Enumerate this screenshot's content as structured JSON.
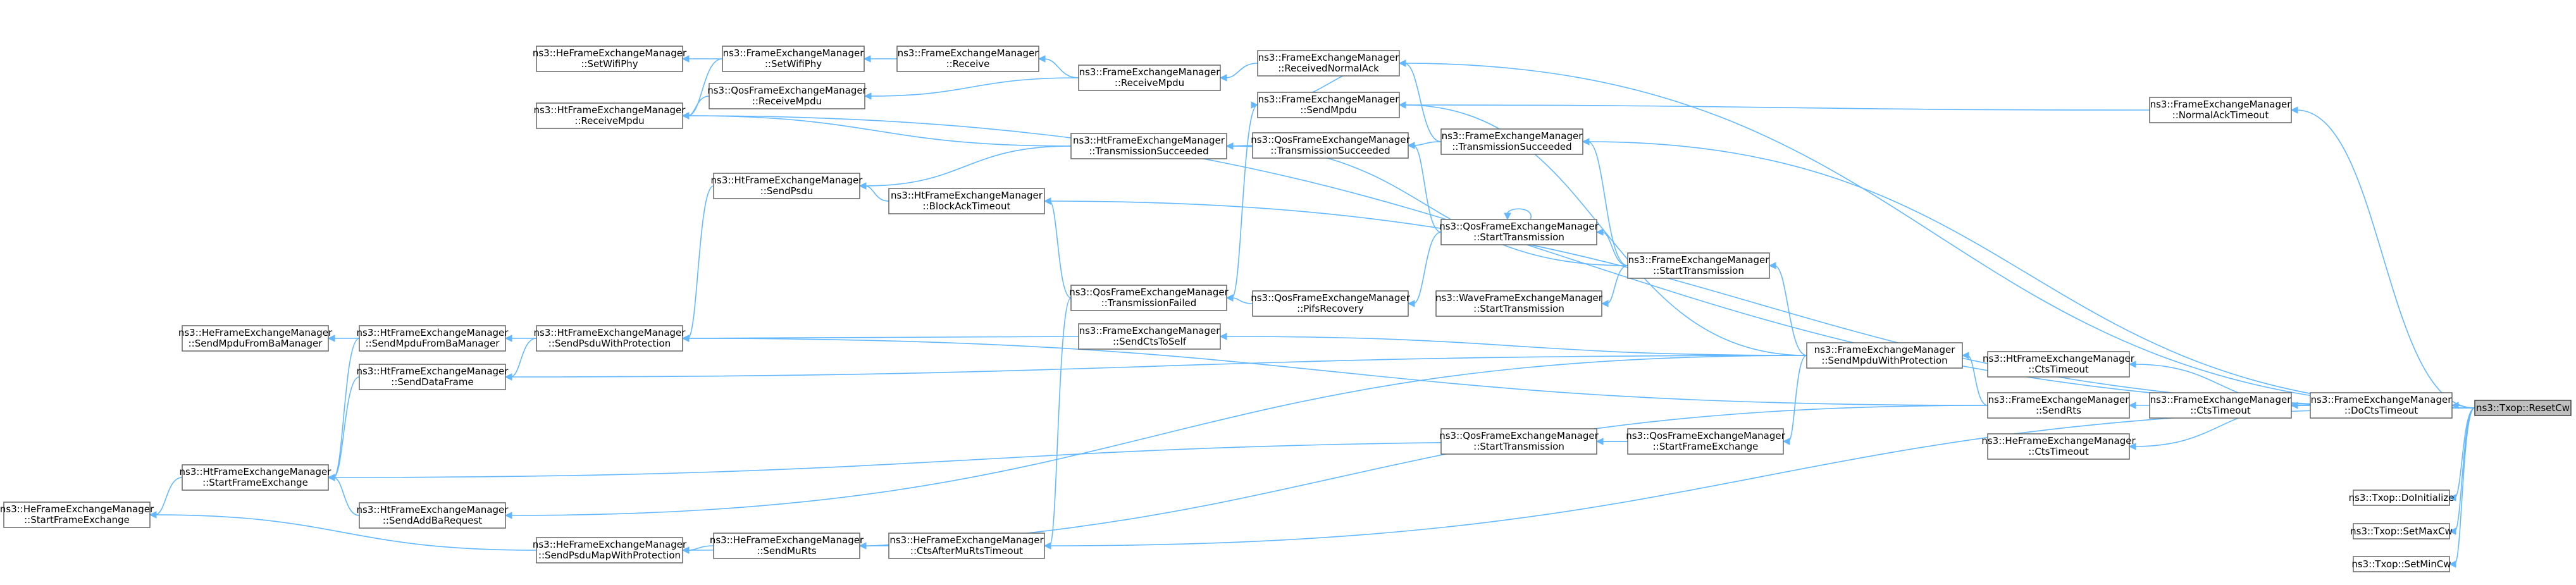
{
  "graph": {
    "nodes": [
      {
        "id": "target",
        "line1": "ns3::Txop::ResetCw",
        "line2": ""
      },
      {
        "id": "do_initialize",
        "line1": "ns3::Txop::DoInitialize",
        "line2": ""
      },
      {
        "id": "set_max_cw",
        "line1": "ns3::Txop::SetMaxCw",
        "line2": ""
      },
      {
        "id": "set_min_cw",
        "line1": "ns3::Txop::SetMinCw",
        "line2": ""
      },
      {
        "id": "fem_normal_ack_timeout",
        "line1": "ns3::FrameExchangeManager",
        "line2": "::NormalAckTimeout"
      },
      {
        "id": "fem_do_cts_timeout",
        "line1": "ns3::FrameExchangeManager",
        "line2": "::DoCtsTimeout"
      },
      {
        "id": "htfem_cts_timeout",
        "line1": "ns3::HtFrameExchangeManager",
        "line2": "::CtsTimeout"
      },
      {
        "id": "fem_cts_timeout",
        "line1": "ns3::FrameExchangeManager",
        "line2": "::CtsTimeout"
      },
      {
        "id": "hefem_cts_timeout",
        "line1": "ns3::HeFrameExchangeManager",
        "line2": "::CtsTimeout"
      },
      {
        "id": "fem_send_rts",
        "line1": "ns3::FrameExchangeManager",
        "line2": "::SendRts"
      },
      {
        "id": "fem_send_mpdu_with_protection",
        "line1": "ns3::FrameExchangeManager",
        "line2": "::SendMpduWithProtection"
      },
      {
        "id": "fem_start_transmission",
        "line1": "ns3::FrameExchangeManager",
        "line2": "::StartTransmission"
      },
      {
        "id": "fem_transmission_succeeded",
        "line1": "ns3::FrameExchangeManager",
        "line2": "::TransmissionSucceeded"
      },
      {
        "id": "qfem_start_frame_exchange",
        "line1": "ns3::QosFrameExchangeManager",
        "line2": "::StartFrameExchange"
      },
      {
        "id": "qfem_start_transmission_b",
        "line1": "ns3::QosFrameExchangeManager",
        "line2": "::StartTransmission"
      },
      {
        "id": "qfem_start_transmission_a",
        "line1": "ns3::QosFrameExchangeManager",
        "line2": "::StartTransmission"
      },
      {
        "id": "wfem_start_transmission",
        "line1": "ns3::WaveFrameExchangeManager",
        "line2": "::StartTransmission"
      },
      {
        "id": "qfem_pifs_recovery",
        "line1": "ns3::QosFrameExchangeManager",
        "line2": "::PifsRecovery"
      },
      {
        "id": "qfem_transmission_succeeded",
        "line1": "ns3::QosFrameExchangeManager",
        "line2": "::TransmissionSucceeded"
      },
      {
        "id": "fem_received_normal_ack",
        "line1": "ns3::FrameExchangeManager",
        "line2": "::ReceivedNormalAck"
      },
      {
        "id": "fem_send_mpdu",
        "line1": "ns3::FrameExchangeManager",
        "line2": "::SendMpdu"
      },
      {
        "id": "fem_receive_mpdu",
        "line1": "ns3::FrameExchangeManager",
        "line2": "::ReceiveMpdu"
      },
      {
        "id": "htfem_transmission_succeeded",
        "line1": "ns3::HtFrameExchangeManager",
        "line2": "::TransmissionSucceeded"
      },
      {
        "id": "qfem_transmission_failed",
        "line1": "ns3::QosFrameExchangeManager",
        "line2": "::TransmissionFailed"
      },
      {
        "id": "fem_send_cts_to_self",
        "line1": "ns3::FrameExchangeManager",
        "line2": "::SendCtsToSelf"
      },
      {
        "id": "hefem_cts_after_mu_rts_timeout",
        "line1": "ns3::HeFrameExchangeManager",
        "line2": "::CtsAfterMuRtsTimeout"
      },
      {
        "id": "fem_receive",
        "line1": "ns3::FrameExchangeManager",
        "line2": "::Receive"
      },
      {
        "id": "qfem_receive_mpdu",
        "line1": "ns3::QosFrameExchangeManager",
        "line2": "::ReceiveMpdu"
      },
      {
        "id": "htfem_send_psdu",
        "line1": "ns3::HtFrameExchangeManager",
        "line2": "::SendPsdu"
      },
      {
        "id": "htfem_block_ack_timeout",
        "line1": "ns3::HtFrameExchangeManager",
        "line2": "::BlockAckTimeout"
      },
      {
        "id": "hefem_send_mu_rts",
        "line1": "ns3::HeFrameExchangeManager",
        "line2": "::SendMuRts"
      },
      {
        "id": "fem_set_wifi_phy",
        "line1": "ns3::FrameExchangeManager",
        "line2": "::SetWifiPhy"
      },
      {
        "id": "hefem_set_wifi_phy",
        "line1": "ns3::HeFrameExchangeManager",
        "line2": "::SetWifiPhy"
      },
      {
        "id": "htfem_receive_mpdu",
        "line1": "ns3::HtFrameExchangeManager",
        "line2": "::ReceiveMpdu"
      },
      {
        "id": "htfem_send_psdu_with_protection",
        "line1": "ns3::HtFrameExchangeManager",
        "line2": "::SendPsduWithProtection"
      },
      {
        "id": "htfem_send_mpdu_from_ba_manager",
        "line1": "ns3::HtFrameExchangeManager",
        "line2": "::SendMpduFromBaManager"
      },
      {
        "id": "htfem_send_data_frame",
        "line1": "ns3::HtFrameExchangeManager",
        "line2": "::SendDataFrame"
      },
      {
        "id": "htfem_send_addba_request",
        "line1": "ns3::HtFrameExchangeManager",
        "line2": "::SendAddBaRequest"
      },
      {
        "id": "hefem_send_psdu_map_with_protection",
        "line1": "ns3::HeFrameExchangeManager",
        "line2": "::SendPsduMapWithProtection"
      },
      {
        "id": "hefem_send_mpdu_from_ba_manager",
        "line1": "ns3::HeFrameExchangeManager",
        "line2": "::SendMpduFromBaManager"
      },
      {
        "id": "htfem_start_frame_exchange",
        "line1": "ns3::HtFrameExchangeManager",
        "line2": "::StartFrameExchange"
      },
      {
        "id": "hefem_start_frame_exchange",
        "line1": "ns3::HeFrameExchangeManager",
        "line2": "::StartFrameExchange"
      }
    ],
    "edges": [
      [
        "do_initialize",
        "target"
      ],
      [
        "set_max_cw",
        "target"
      ],
      [
        "set_min_cw",
        "target"
      ],
      [
        "fem_normal_ack_timeout",
        "target"
      ],
      [
        "fem_do_cts_timeout",
        "target"
      ],
      [
        "hefem_cts_after_mu_rts_timeout",
        "target"
      ],
      [
        "htfem_block_ack_timeout",
        "target"
      ],
      [
        "fem_received_normal_ack",
        "target"
      ],
      [
        "htfem_receive_mpdu",
        "target"
      ],
      [
        "fem_transmission_succeeded",
        "target"
      ],
      [
        "fem_send_mpdu",
        "fem_normal_ack_timeout"
      ],
      [
        "htfem_cts_timeout",
        "fem_do_cts_timeout"
      ],
      [
        "fem_cts_timeout",
        "fem_do_cts_timeout"
      ],
      [
        "hefem_cts_timeout",
        "fem_do_cts_timeout"
      ],
      [
        "fem_send_rts",
        "fem_cts_timeout"
      ],
      [
        "fem_send_mpdu_with_protection",
        "fem_send_rts"
      ],
      [
        "htfem_send_psdu_with_protection",
        "fem_send_rts"
      ],
      [
        "hefem_send_psdu_map_with_protection",
        "fem_send_rts"
      ],
      [
        "fem_start_transmission",
        "fem_send_mpdu_with_protection"
      ],
      [
        "qfem_start_frame_exchange",
        "fem_send_mpdu_with_protection"
      ],
      [
        "htfem_send_data_frame",
        "fem_send_mpdu_with_protection"
      ],
      [
        "htfem_send_addba_request",
        "fem_send_mpdu_with_protection"
      ],
      [
        "fem_send_mpdu",
        "fem_send_mpdu_with_protection"
      ],
      [
        "fem_send_cts_to_self",
        "fem_send_mpdu_with_protection"
      ],
      [
        "fem_transmission_succeeded",
        "fem_start_transmission"
      ],
      [
        "qfem_start_transmission_a",
        "fem_start_transmission"
      ],
      [
        "wfem_start_transmission",
        "fem_start_transmission"
      ],
      [
        "htfem_transmission_succeeded",
        "fem_start_transmission"
      ],
      [
        "fem_received_normal_ack",
        "fem_transmission_succeeded"
      ],
      [
        "qfem_transmission_succeeded",
        "fem_transmission_succeeded"
      ],
      [
        "fem_send_mpdu",
        "fem_received_normal_ack"
      ],
      [
        "qfem_start_transmission_b",
        "qfem_start_frame_exchange"
      ],
      [
        "htfem_start_frame_exchange",
        "qfem_start_frame_exchange"
      ],
      [
        "qfem_pifs_recovery",
        "qfem_start_transmission_a"
      ],
      [
        "qfem_transmission_succeeded",
        "qfem_start_transmission_a"
      ],
      [
        "qfem_transmission_failed",
        "qfem_pifs_recovery"
      ],
      [
        "htfem_transmission_succeeded",
        "qfem_transmission_succeeded"
      ],
      [
        "qfem_transmission_failed",
        "fem_send_mpdu"
      ],
      [
        "fem_receive_mpdu",
        "fem_received_normal_ack"
      ],
      [
        "fem_receive",
        "fem_receive_mpdu"
      ],
      [
        "qfem_receive_mpdu",
        "fem_receive_mpdu"
      ],
      [
        "htfem_send_psdu",
        "htfem_transmission_succeeded"
      ],
      [
        "htfem_receive_mpdu",
        "htfem_transmission_succeeded"
      ],
      [
        "htfem_block_ack_timeout",
        "qfem_transmission_failed"
      ],
      [
        "hefem_cts_after_mu_rts_timeout",
        "qfem_transmission_failed"
      ],
      [
        "htfem_send_psdu_with_protection",
        "fem_send_cts_to_self"
      ],
      [
        "htfem_send_psdu",
        "htfem_block_ack_timeout"
      ],
      [
        "hefem_send_mu_rts",
        "hefem_cts_after_mu_rts_timeout"
      ],
      [
        "hefem_send_psdu_map_with_protection",
        "hefem_send_mu_rts"
      ],
      [
        "fem_set_wifi_phy",
        "fem_receive"
      ],
      [
        "hefem_set_wifi_phy",
        "fem_set_wifi_phy"
      ],
      [
        "htfem_receive_mpdu",
        "qfem_receive_mpdu"
      ],
      [
        "htfem_receive_mpdu",
        "fem_set_wifi_phy"
      ],
      [
        "htfem_send_psdu_with_protection",
        "htfem_send_psdu"
      ],
      [
        "htfem_send_mpdu_from_ba_manager",
        "htfem_send_psdu_with_protection"
      ],
      [
        "htfem_send_data_frame",
        "htfem_send_psdu_with_protection"
      ],
      [
        "hefem_send_mpdu_from_ba_manager",
        "htfem_send_mpdu_from_ba_manager"
      ],
      [
        "htfem_start_frame_exchange",
        "htfem_send_mpdu_from_ba_manager"
      ],
      [
        "htfem_start_frame_exchange",
        "htfem_send_data_frame"
      ],
      [
        "htfem_start_frame_exchange",
        "htfem_send_addba_request"
      ],
      [
        "hefem_start_frame_exchange",
        "htfem_start_frame_exchange"
      ],
      [
        "hefem_start_frame_exchange",
        "hefem_send_psdu_map_with_protection"
      ],
      [
        "qfem_start_transmission_a",
        "qfem_start_transmission_a"
      ]
    ]
  }
}
